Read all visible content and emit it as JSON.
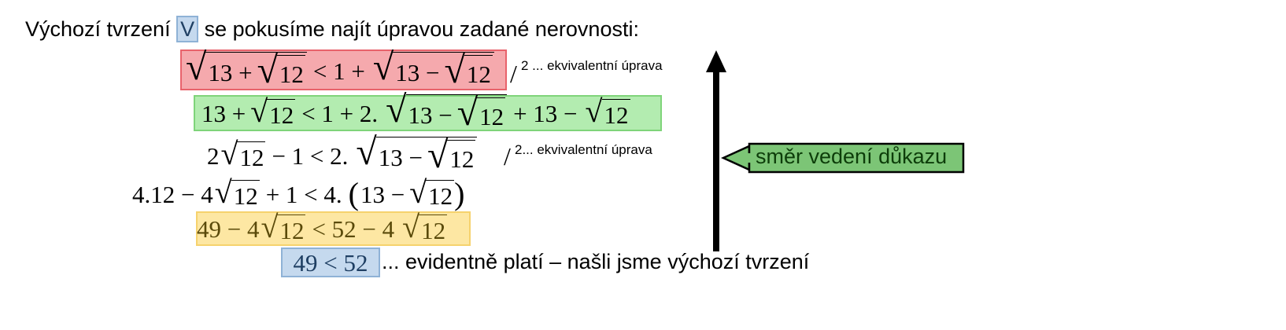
{
  "intro": {
    "before": "Výchozí tvrzení",
    "highlight": "V",
    "after": "se pokusíme najít úpravou zadané nerovnosti:"
  },
  "line1": {
    "t1": "13 +",
    "t2": "12",
    "t3": "< 1 +",
    "t4": "13 −",
    "t5": "12",
    "slash": "/",
    "note": "2 ... ekvivalentní úprava"
  },
  "line2": {
    "t1": "13 +",
    "t2": "12",
    "t3": "< 1 + 2.",
    "t4": "13 −",
    "t5": "12",
    "t6": "+ 13 −",
    "t7": "12"
  },
  "line3": {
    "t1": "2",
    "t2": "12",
    "t3": "− 1 <  2.",
    "t4": "13 −",
    "t5": "12",
    "slash": "/",
    "note": "2... ekvivalentní úprava"
  },
  "line4": {
    "t1": "4.12 − 4",
    "t2": "12",
    "t3": "+ 1 < 4.",
    "t4": "13 −",
    "t5": "12"
  },
  "line5": {
    "t1": "49 − 4",
    "t2": "12",
    "t3": "< 52 − 4",
    "t4": "12"
  },
  "line6": {
    "math": "49 < 52",
    "text": "... evidentně platí – našli jsme výchozí tvrzení"
  },
  "callout": {
    "label": "směr vedení důkazu"
  },
  "colors": {
    "red": "#f5a9ad",
    "green": "#b3ecb0",
    "yellow": "#fde7a3",
    "blue": "#c5d9ee",
    "callout_fill": "#7cc576",
    "arrow": "#000000"
  }
}
